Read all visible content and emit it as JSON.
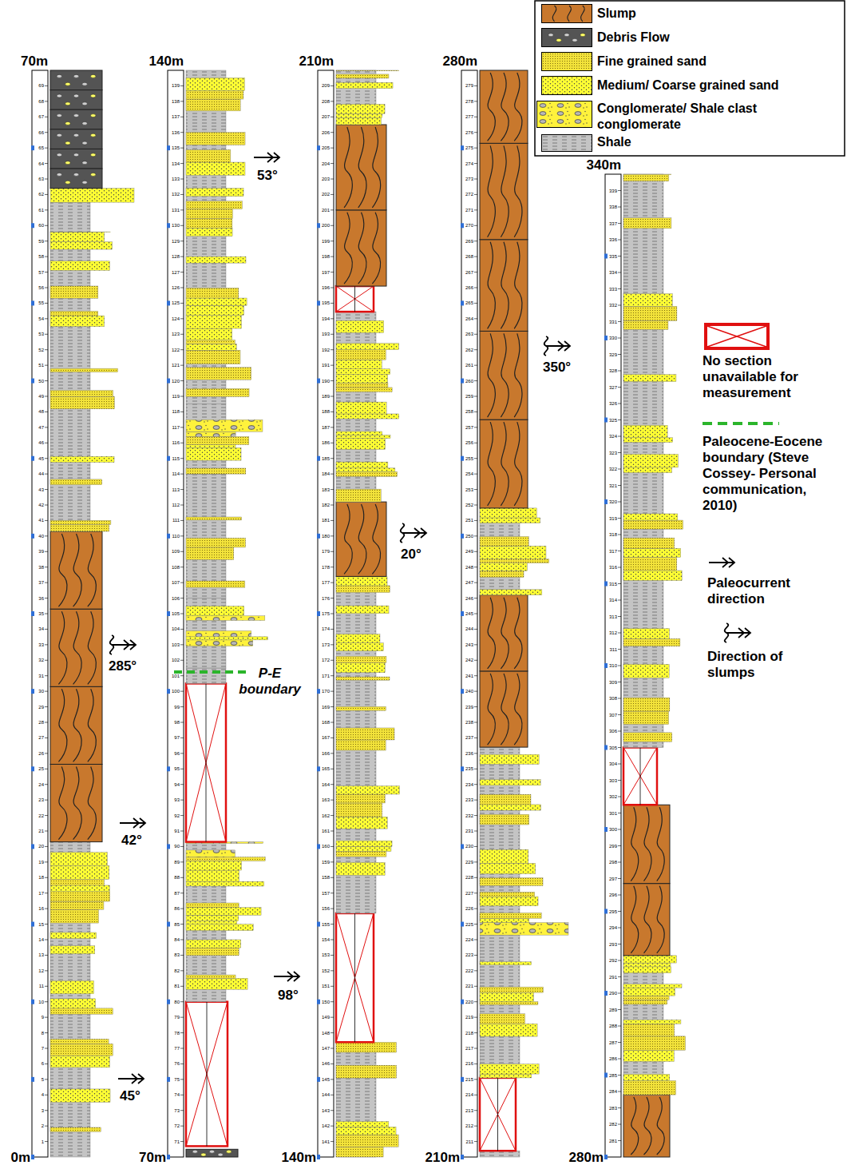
{
  "diagram": {
    "labels": [
      "70m",
      "140m",
      "210m",
      "280m",
      "340m",
      "0m",
      "70m",
      "140m",
      "210m",
      "280m",
      "1",
      "2",
      "3",
      "4",
      "5",
      "6",
      "7",
      "8",
      "9",
      "10",
      "11",
      "12",
      "13",
      "14",
      "15",
      "16",
      "17",
      "18",
      "19",
      "20",
      "21",
      "22",
      "23",
      "24",
      "25",
      "26",
      "27",
      "28",
      "29",
      "30",
      "31",
      "32",
      "33",
      "34",
      "35",
      "36",
      "37",
      "38",
      "39",
      "40",
      "41",
      "42",
      "43",
      "44",
      "45",
      "46",
      "47",
      "48",
      "49",
      "50",
      "51",
      "52",
      "53",
      "54",
      "55",
      "56",
      "57",
      "58",
      "59",
      "60",
      "61",
      "62",
      "63",
      "64",
      "65",
      "66",
      "67",
      "68",
      "69",
      "71",
      "72",
      "73",
      "74",
      "75",
      "76",
      "77",
      "78",
      "79",
      "80",
      "81",
      "82",
      "83",
      "84",
      "85",
      "86",
      "87",
      "88",
      "89",
      "90",
      "91",
      "92",
      "93",
      "94",
      "95",
      "96",
      "97",
      "98",
      "99",
      "100",
      "101",
      "102",
      "103",
      "104",
      "105",
      "106",
      "107",
      "108",
      "109",
      "110",
      "111",
      "112",
      "113",
      "114",
      "115",
      "116",
      "117",
      "118",
      "119",
      "120",
      "121",
      "122",
      "123",
      "124",
      "125",
      "126",
      "127",
      "128",
      "129",
      "130",
      "131",
      "132",
      "133",
      "134",
      "135",
      "136",
      "137",
      "138",
      "139",
      "141",
      "142",
      "143",
      "144",
      "145",
      "146",
      "147",
      "148",
      "149",
      "150",
      "151",
      "152",
      "153",
      "154",
      "155",
      "156",
      "157",
      "158",
      "159",
      "160",
      "161",
      "162",
      "163",
      "164",
      "165",
      "166",
      "167",
      "168",
      "169",
      "170",
      "171",
      "172",
      "173",
      "174",
      "175",
      "176",
      "177",
      "178",
      "179",
      "180",
      "181",
      "182",
      "183",
      "184",
      "185",
      "186",
      "187",
      "188",
      "189",
      "190",
      "191",
      "192",
      "193",
      "194",
      "195",
      "196",
      "197",
      "198",
      "199",
      "200",
      "201",
      "202",
      "203",
      "204",
      "205",
      "206",
      "207",
      "208",
      "209",
      "211",
      "212",
      "213",
      "214",
      "215",
      "216",
      "217",
      "218",
      "219",
      "220",
      "221",
      "222",
      "223",
      "224",
      "225",
      "226",
      "227",
      "228",
      "229",
      "230",
      "231",
      "232",
      "233",
      "234",
      "235",
      "236",
      "237",
      "238",
      "239",
      "240",
      "241",
      "242",
      "243",
      "244",
      "245",
      "246",
      "247",
      "248",
      "249",
      "250",
      "251",
      "252",
      "253",
      "254",
      "255",
      "256",
      "257",
      "258",
      "259",
      "260",
      "261",
      "262",
      "263",
      "264",
      "265",
      "266",
      "267",
      "268",
      "269",
      "270",
      "271",
      "272",
      "273",
      "274",
      "275",
      "276",
      "277",
      "278",
      "279",
      "281",
      "282",
      "283",
      "284",
      "285",
      "286",
      "287",
      "288",
      "289",
      "290",
      "291",
      "292",
      "293",
      "294",
      "295",
      "296",
      "297",
      "298",
      "299",
      "300",
      "301",
      "302",
      "303",
      "304",
      "305",
      "306",
      "307",
      "308",
      "309",
      "310",
      "311",
      "312",
      "313",
      "314",
      "315",
      "316",
      "317",
      "318",
      "319",
      "320",
      "321",
      "322",
      "323",
      "324",
      "325",
      "326",
      "327",
      "328",
      "329",
      "330",
      "331",
      "332",
      "333",
      "334",
      "335",
      "336",
      "337",
      "338",
      "339",
      "285°",
      "42°",
      "45°",
      "53°",
      "98°",
      "20°",
      "350°",
      "P-E boundary"
    ],
    "legend": [
      {
        "text": "Slump",
        "color": "#c8782d"
      },
      {
        "text": "Debris Flow",
        "color": "#545454"
      },
      {
        "text": "Fine grained sand",
        "color": "#f2e23a"
      },
      {
        "text": "Medium/ Coarse grained sand",
        "color": "#ffff33"
      },
      {
        "text": "Conglomerate/ Shale clast conglomerate",
        "color": "#fff23c"
      },
      {
        "text": "Shale",
        "color": "#c4c4c4"
      },
      {
        "text": "No section unavailable for measurement"
      },
      {
        "text": "Paleocene-Eocene boundary (Steve Cossey- Personal communication, 2010)"
      },
      {
        "text": "Paleocurrent direction"
      },
      {
        "text": "Direction of slumps"
      }
    ]
  }
}
